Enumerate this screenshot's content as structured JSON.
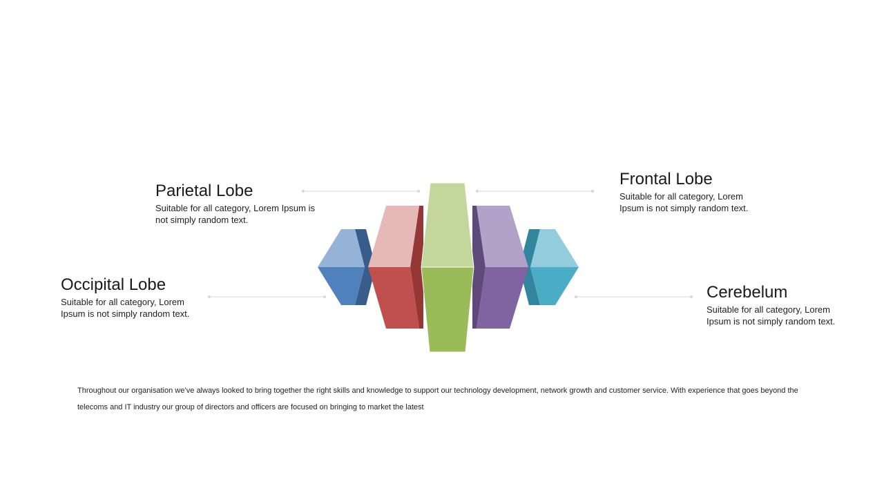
{
  "labels": {
    "parietal": {
      "title": "Parietal Lobe",
      "desc": "Suitable for all category, Lorem Ipsum is not simply random text."
    },
    "frontal": {
      "title": "Frontal Lobe",
      "desc": "Suitable for all category, Lorem Ipsum is not simply random text."
    },
    "occipital": {
      "title": "Occipital Lobe",
      "desc": "Suitable for all category, Lorem Ipsum is not simply random text."
    },
    "cerebelum": {
      "title": "Cerebelum",
      "desc": "Suitable for all category, Lorem Ipsum is not simply random text."
    }
  },
  "footer_text": "Throughout our organisation we’ve always looked to bring together  the  right skills and knowledge to support our technology development,  network growth and customer service. With experience that goes beyond the telecoms and IT industry our group of directors and officers are focused on bringing to market the  latest",
  "colors": {
    "blue": "#4f81bd",
    "red": "#c0504d",
    "green": "#9bbb59",
    "purple": "#8064a2",
    "teal": "#4bacc6",
    "connector": "#d9d9d9"
  }
}
